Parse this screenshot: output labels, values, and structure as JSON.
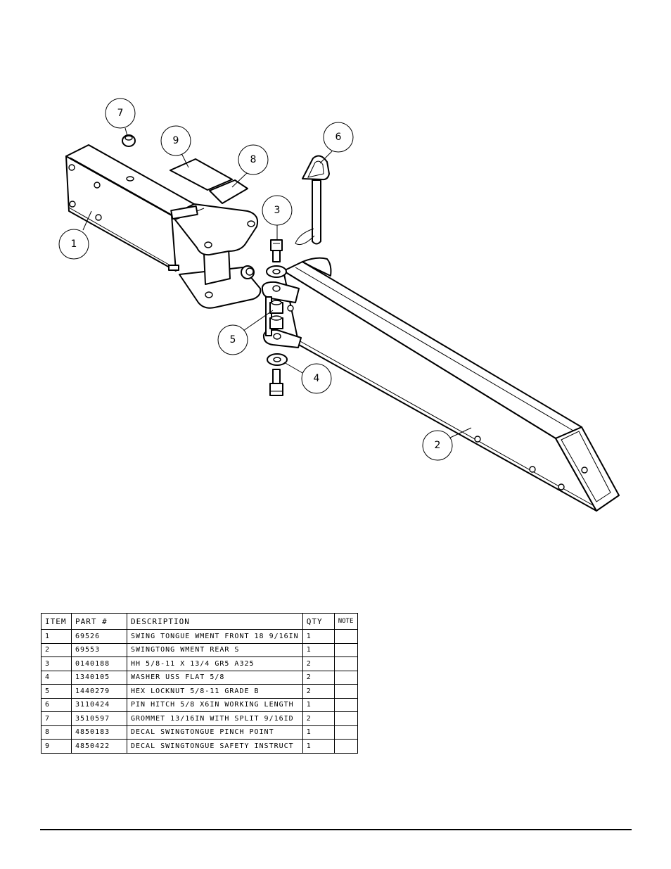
{
  "balloons": [
    {
      "id": "1",
      "label": "1"
    },
    {
      "id": "2",
      "label": "2"
    },
    {
      "id": "3",
      "label": "3"
    },
    {
      "id": "4",
      "label": "4"
    },
    {
      "id": "5",
      "label": "5"
    },
    {
      "id": "6",
      "label": "6"
    },
    {
      "id": "7",
      "label": "7"
    },
    {
      "id": "8",
      "label": "8"
    },
    {
      "id": "9",
      "label": "9"
    }
  ],
  "bom": {
    "headers": {
      "item": "ITEM",
      "part": "PART #",
      "description": "DESCRIPTION",
      "qty": "QTY",
      "note": "NOTE"
    },
    "rows": [
      {
        "item": "1",
        "part": "69526",
        "description": "SWING TONGUE WMENT FRONT 18 9/16IN",
        "qty": "1",
        "note": ""
      },
      {
        "item": "2",
        "part": "69553",
        "description": "SWINGTONG WMENT REAR S",
        "qty": "1",
        "note": ""
      },
      {
        "item": "3",
        "part": "0140188",
        "description": "HH 5/8-11 X 13/4  GR5 A325",
        "qty": "2",
        "note": ""
      },
      {
        "item": "4",
        "part": "1340105",
        "description": "WASHER USS FLAT 5/8",
        "qty": "2",
        "note": ""
      },
      {
        "item": "5",
        "part": "1440279",
        "description": "HEX LOCKNUT 5/8-11 GRADE B",
        "qty": "2",
        "note": ""
      },
      {
        "item": "6",
        "part": "3110424",
        "description": "PIN HITCH 5/8 X6IN WORKING LENGTH",
        "qty": "1",
        "note": ""
      },
      {
        "item": "7",
        "part": "3510597",
        "description": "GROMMET 13/16IN  WITH SPLIT 9/16ID",
        "qty": "2",
        "note": ""
      },
      {
        "item": "8",
        "part": "4850183",
        "description": "DECAL SWINGTONGUE PINCH POINT",
        "qty": "1",
        "note": ""
      },
      {
        "item": "9",
        "part": "4850422",
        "description": "DECAL SWINGTONGUE SAFETY INSTRUCT",
        "qty": "1",
        "note": ""
      }
    ]
  }
}
